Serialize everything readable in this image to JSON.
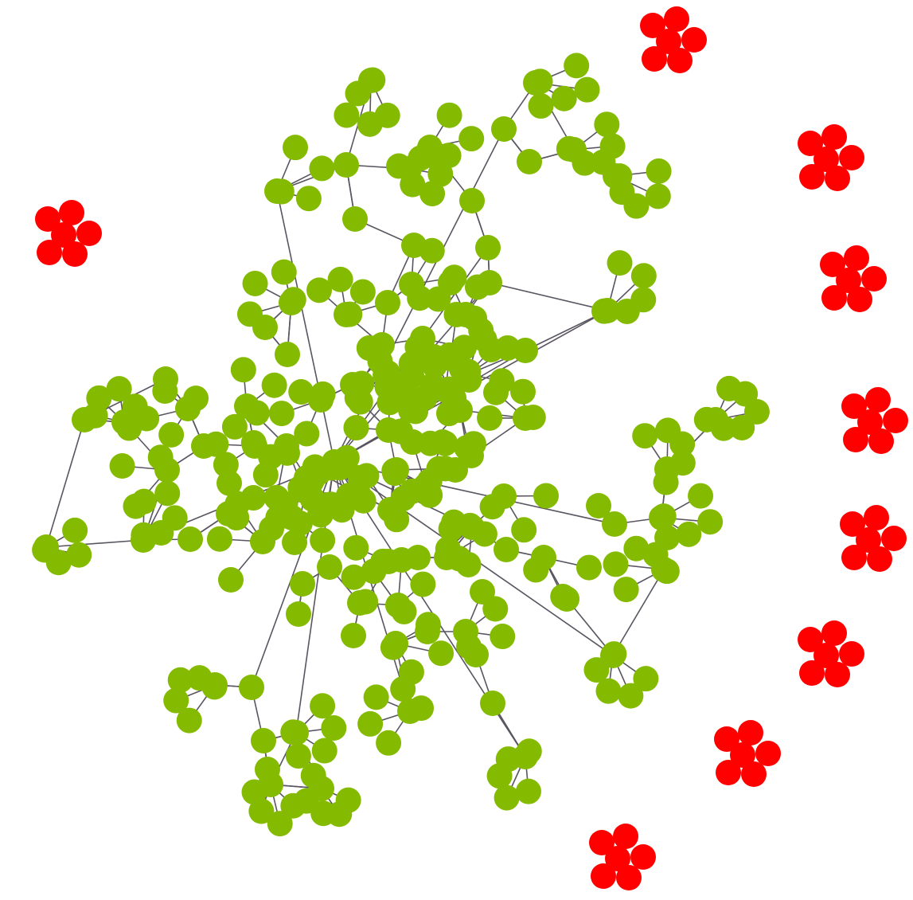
{
  "colors": {
    "background": "#ffffff",
    "connected_node": "#84bb00",
    "isolated_node": "#ff0000",
    "edge": "#5a5560"
  },
  "network": {
    "main_component_nodes": 300,
    "isolated_clusters": 9,
    "nodes_per_isolated_cluster": 6
  }
}
